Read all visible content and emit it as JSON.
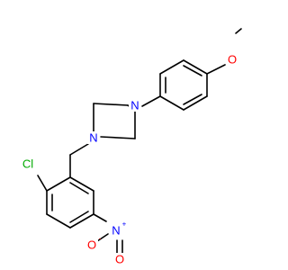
{
  "molecule": {
    "atoms": {
      "methoxy_oxygen": {
        "label": "O",
        "color": "#ff0000"
      },
      "piperazine_n_top": {
        "label": "N",
        "color": "#0000ff"
      },
      "piperazine_n_bottom": {
        "label": "N",
        "color": "#0000ff"
      },
      "chlorine": {
        "label": "Cl",
        "color": "#00aa00"
      },
      "nitro_nitrogen": {
        "label": "N",
        "color": "#0000ff",
        "charge": "+"
      },
      "nitro_oxygen_left": {
        "label": "O",
        "color": "#ff0000",
        "charge": "-"
      },
      "nitro_oxygen_bottom": {
        "label": "O",
        "color": "#ff0000"
      }
    }
  }
}
